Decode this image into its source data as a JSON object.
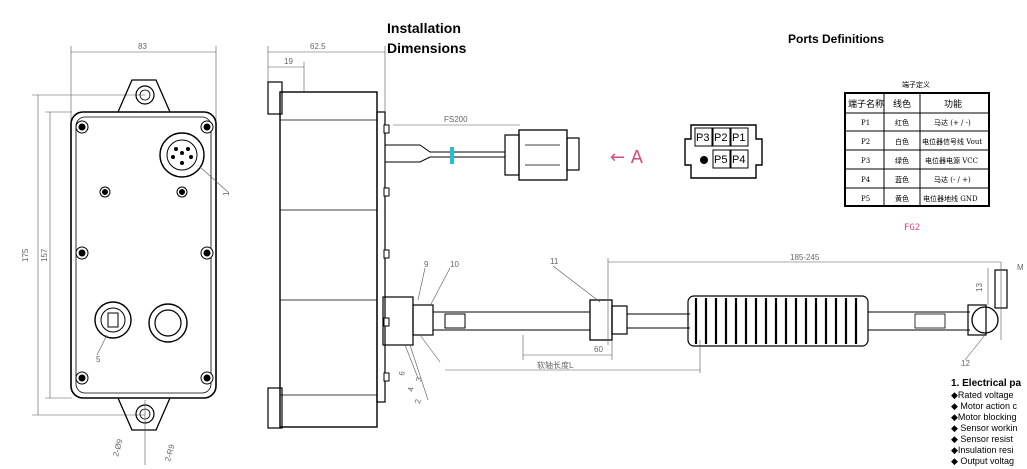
{
  "titles": {
    "installation_line1": "Installation",
    "installation_line2": "Dimensions",
    "ports": "Ports Definitions"
  },
  "front_view": {
    "width_dim": "83",
    "height_outer_dim": "175",
    "height_inner_dim": "157",
    "callout_1": "1",
    "callout_5": "5",
    "hole_dim_1": "2-Ø9",
    "hole_dim_2": "2-R9"
  },
  "side_view": {
    "depth_dim": "62.5",
    "flange_dim": "19",
    "cable_dim": "FS200",
    "stroke_dim": "185-245",
    "bolt_dim": "60",
    "length_label": "软轴长度L",
    "callout_2": "2",
    "callout_3": "3",
    "callout_4": "4",
    "callout_6": "6",
    "callout_9": "9",
    "callout_10": "10",
    "callout_11": "11",
    "callout_12": "12",
    "end_dim_13": "13",
    "end_dim_m": "M"
  },
  "connector": {
    "arrow_label": "← A",
    "pins_top": [
      "P3",
      "P2",
      "P1"
    ],
    "pins_bottom": [
      "P5",
      "P4"
    ]
  },
  "port_table": {
    "title": "端子定义",
    "headers": [
      "端子名称",
      "线色",
      "功能"
    ],
    "rows": [
      [
        "P1",
        "红色",
        "马达 (+ / -)"
      ],
      [
        "P2",
        "白色",
        "电位器信号线 Vout"
      ],
      [
        "P3",
        "绿色",
        "电位器电源 VCC"
      ],
      [
        "P4",
        "蓝色",
        "马达 (- / +)"
      ],
      [
        "P5",
        "黄色",
        "电位器地线 GND"
      ]
    ],
    "figure_label": "FG2"
  },
  "electrical": {
    "heading": "1. Electrical pa",
    "items": [
      "◆Rated voltage",
      "◆ Motor action c",
      "◆Motor blocking",
      "◆ Sensor workin",
      "◆ Sensor resist",
      "◆Insulation resi",
      "◆ Output voltag"
    ]
  },
  "colors": {
    "line": "#000000",
    "dimension": "#666666",
    "cable_marker": "#22c0d0",
    "arrow": "#e0457b",
    "figure_label": "#e0457b"
  }
}
